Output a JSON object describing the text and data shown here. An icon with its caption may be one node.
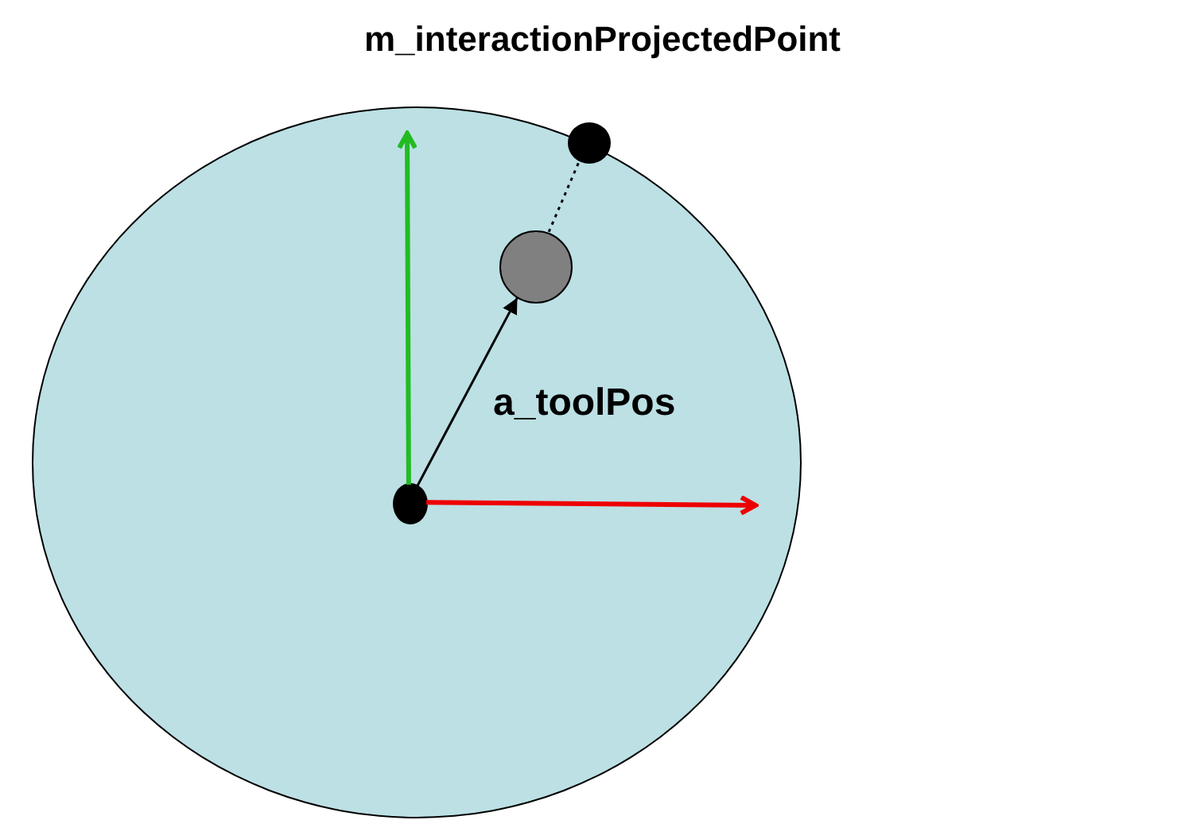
{
  "diagram": {
    "nodes": [
      {
        "text": [],
        "shape": "circle"
      },
      {
        "text": [],
        "shape": "circle",
        "in": 0
      },
      {
        "text": [],
        "shape": "circle",
        "in": 0
      },
      {
        "text": [],
        "shape": "circle",
        "in": 0,
        "beside": [
          "m_interactionProjectedPoint"
        ]
      }
    ],
    "edges": [
      {
        "from": 1,
        "to": null,
        "arrow": "to",
        "style": "thick",
        "color": "#22bb22"
      },
      {
        "from": 1,
        "to": null,
        "arrow": "to",
        "style": "thick",
        "color": "#ee0000"
      },
      {
        "from": 1,
        "to": 2,
        "arrow": "to",
        "label": "a_toolPos"
      },
      {
        "from": 2,
        "to": 3,
        "arrow": "none",
        "style": "dashed"
      }
    ]
  }
}
